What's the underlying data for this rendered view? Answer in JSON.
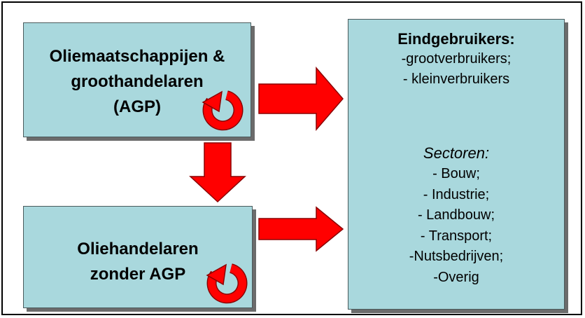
{
  "nodes": {
    "producers": {
      "lines": [
        "Oliemaatschappijen &",
        "groothandelaren",
        "(AGP)"
      ]
    },
    "traders": {
      "lines": [
        "Oliehandelaren",
        "zonder AGP"
      ]
    },
    "end_users": {
      "heading": "Eindgebruikers:",
      "users": [
        "-grootverbruikers;",
        "- kleinverbruikers"
      ],
      "sectors_heading": "Sectoren:",
      "sectors": [
        "- Bouw;",
        "- Industrie;",
        "- Landbouw;",
        "- Transport;",
        "-Nutsbedrijven;",
        "-Overig"
      ]
    }
  },
  "colors": {
    "box_fill": "#a9d8dd",
    "arrow_fill": "#ff0000",
    "arrow_stroke": "#8b0000",
    "shadow": "#6b6b6b"
  },
  "icons": [
    "cycle-icon",
    "cycle-icon"
  ]
}
